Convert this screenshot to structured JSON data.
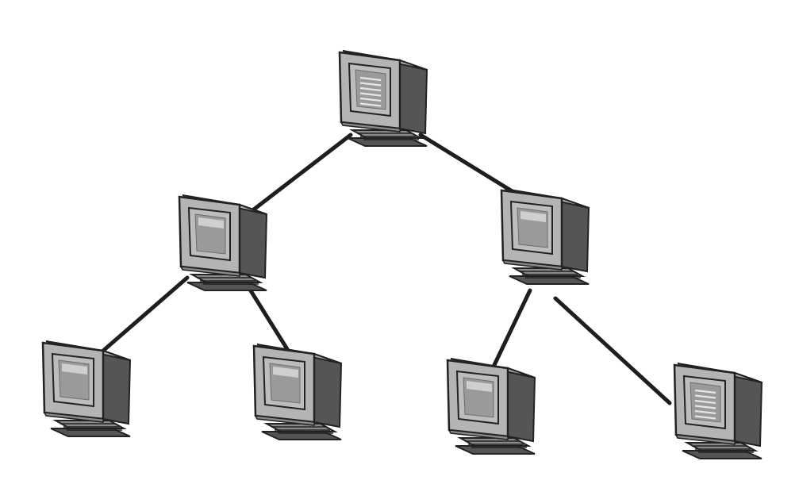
{
  "diagram": {
    "type": "tree-network",
    "colors": {
      "background": "#ffffff",
      "link": "#1e1e1e",
      "case_light": "#b4b4b4",
      "case_mid": "#8a8a8a",
      "case_dark": "#555555",
      "screen": "#bdbdbd",
      "screen_inner": "#9a9a9a",
      "outline": "#222222"
    },
    "nodes": [
      {
        "id": "root",
        "icon": "computer-monitor-icon",
        "level": 0,
        "screen": "list"
      },
      {
        "id": "mid-left",
        "icon": "computer-monitor-icon",
        "level": 1,
        "screen": "plain"
      },
      {
        "id": "mid-right",
        "icon": "computer-monitor-icon",
        "level": 1,
        "screen": "plain"
      },
      {
        "id": "leaf-1",
        "icon": "computer-monitor-icon",
        "level": 2,
        "screen": "plain"
      },
      {
        "id": "leaf-2",
        "icon": "computer-monitor-icon",
        "level": 2,
        "screen": "plain"
      },
      {
        "id": "leaf-3",
        "icon": "computer-monitor-icon",
        "level": 2,
        "screen": "plain"
      },
      {
        "id": "leaf-4",
        "icon": "computer-monitor-icon",
        "level": 2,
        "screen": "list"
      }
    ],
    "links": [
      {
        "from": "root",
        "to": "mid-left"
      },
      {
        "from": "root",
        "to": "mid-right"
      },
      {
        "from": "mid-left",
        "to": "leaf-1"
      },
      {
        "from": "mid-left",
        "to": "leaf-2"
      },
      {
        "from": "mid-right",
        "to": "leaf-3"
      },
      {
        "from": "mid-right",
        "to": "leaf-4"
      }
    ]
  }
}
